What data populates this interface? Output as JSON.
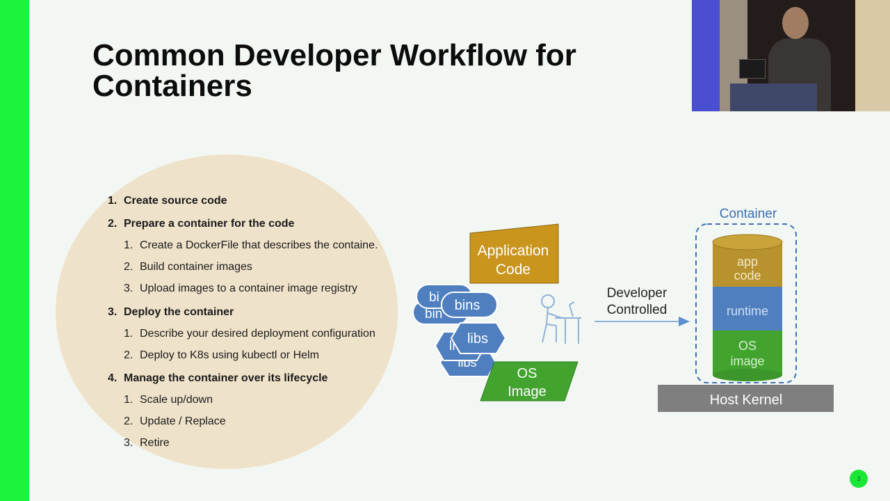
{
  "slide": {
    "title": "Common Developer Workflow for Containers",
    "steps": [
      {
        "number": "1.",
        "label": "Create source code",
        "substeps": []
      },
      {
        "number": "2.",
        "label": "Prepare a container for the code",
        "substeps": [
          {
            "number": "1.",
            "label": "Create a DockerFile that describes the containe."
          },
          {
            "number": "2.",
            "label": "Build container images"
          },
          {
            "number": "3.",
            "label": "Upload images to a container image registry"
          }
        ]
      },
      {
        "number": "3.",
        "label": "Deploy the container",
        "substeps": [
          {
            "number": "1.",
            "label": "Describe your desired deployment configuration"
          },
          {
            "number": "2.",
            "label": "Deploy to K8s using kubectl or Helm"
          }
        ]
      },
      {
        "number": "4.",
        "label": "Manage the container over its lifecycle",
        "substeps": [
          {
            "number": "1.",
            "label": "Scale up/down"
          },
          {
            "number": "2.",
            "label": "Update / Replace"
          },
          {
            "number": "3.",
            "label": "Retire"
          }
        ]
      }
    ],
    "page_number": "3"
  },
  "diagram": {
    "application_code_line1": "Application",
    "application_code_line2": "Code",
    "bins_back": "bi",
    "bins_back2": "bin",
    "bins_front": "bins",
    "libs_back": "li",
    "libs_back2": "libs",
    "libs_front": "libs",
    "os_image_line1": "OS",
    "os_image_line2": "Image",
    "developer_line1": "Developer",
    "developer_line2": "Controlled",
    "container_label": "Container",
    "layer_app_line1": "app",
    "layer_app_line2": "code",
    "layer_runtime": "runtime",
    "layer_os_line1": "OS",
    "layer_os_line2": "image",
    "host_kernel": "Host Kernel"
  },
  "colors": {
    "app_code": "#c9951c",
    "blue_shapes": "#4f7fbf",
    "os_image": "#42a42f",
    "host_kernel": "#7f7f7f",
    "accent_green": "#1bf33c",
    "blob": "#efe2ca"
  },
  "icons": [
    "developer-at-desk-icon",
    "arrow-right-icon"
  ]
}
